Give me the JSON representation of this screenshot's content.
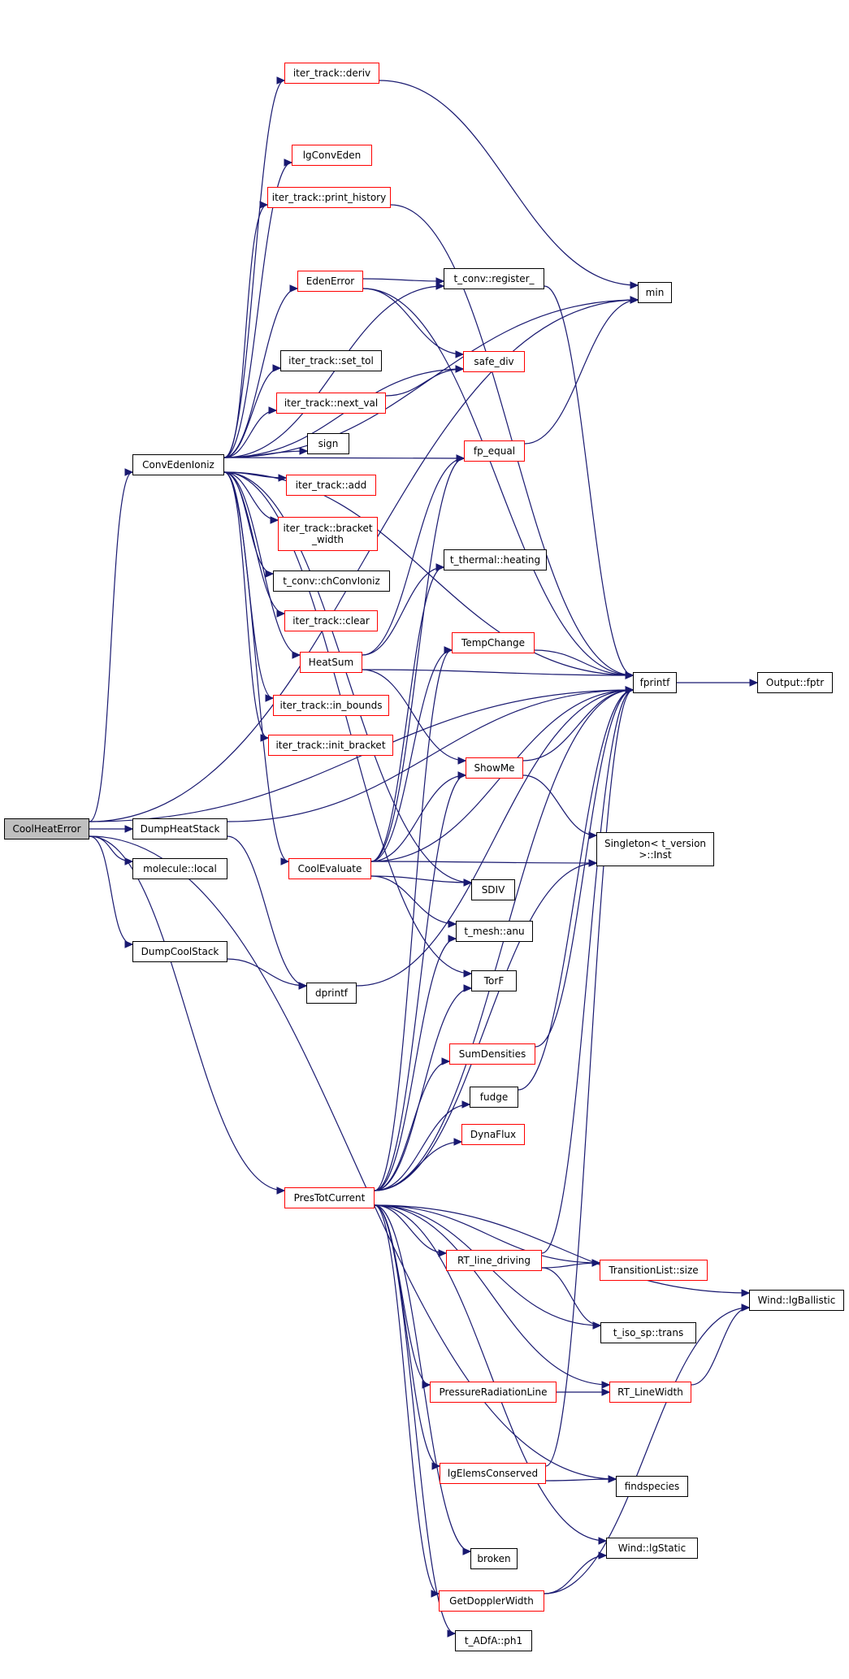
{
  "colors": {
    "edge": "#191970",
    "root_fill": "#bfbfbf",
    "link_border": "#ff0000",
    "plain_border": "#000000",
    "background": "#ffffff"
  },
  "nodes": {
    "CoolHeatError": "CoolHeatError",
    "ConvEdenIoniz": "ConvEdenIoniz",
    "DumpHeatStack": "DumpHeatStack",
    "moleculeLocal": "molecule::local",
    "DumpCoolStack": "DumpCoolStack",
    "PresTotCurrent": "PresTotCurrent",
    "iterDeriv": "iter_track::deriv",
    "lgConvEden": "lgConvEden",
    "printHistory": "iter_track::print_history",
    "EdenError": "EdenError",
    "setTol": "iter_track::set_tol",
    "nextVal": "iter_track::next_val",
    "sign": "sign",
    "iterAdd": "iter_track::add",
    "bracketWidth": "iter_track::bracket\n_width",
    "chConvIoniz": "t_conv::chConvIoniz",
    "iterClear": "iter_track::clear",
    "HeatSum": "HeatSum",
    "inBounds": "iter_track::in_bounds",
    "initBracket": "iter_track::init_bracket",
    "CoolEvaluate": "CoolEvaluate",
    "dprintf": "dprintf",
    "register": "t_conv::register_",
    "safeDiv": "safe_div",
    "fpEqual": "fp_equal",
    "heating": "t_thermal::heating",
    "TempChange": "TempChange",
    "ShowMe": "ShowMe",
    "SDIV": "SDIV",
    "anu": "t_mesh::anu",
    "TorF": "TorF",
    "SumDensities": "SumDensities",
    "fudge": "fudge",
    "DynaFlux": "DynaFlux",
    "RTlineDriving": "RT_line_driving",
    "PressureRadiationLine": "PressureRadiationLine",
    "lgElemsConserved": "lgElemsConserved",
    "broken": "broken",
    "GetDopplerWidth": "GetDopplerWidth",
    "ph1": "t_ADfA::ph1",
    "min": "min",
    "fprintf": "fprintf",
    "Inst": "Singleton< t_version\n>::Inst",
    "TransitionListSize": "TransitionList::size",
    "isoTrans": "t_iso_sp::trans",
    "RTLineWidth": "RT_LineWidth",
    "findspecies": "findspecies",
    "lgStatic": "Wind::lgStatic",
    "fptr": "Output::fptr",
    "lgBallistic": "Wind::lgBallistic"
  },
  "edges": [
    [
      "CoolHeatError",
      "ConvEdenIoniz"
    ],
    [
      "CoolHeatError",
      "DumpHeatStack"
    ],
    [
      "CoolHeatError",
      "moleculeLocal"
    ],
    [
      "CoolHeatError",
      "DumpCoolStack"
    ],
    [
      "CoolHeatError",
      "PresTotCurrent"
    ],
    [
      "CoolHeatError",
      "min"
    ],
    [
      "CoolHeatError",
      "fprintf"
    ],
    [
      "CoolHeatError",
      "findspecies"
    ],
    [
      "DumpHeatStack",
      "fprintf"
    ],
    [
      "DumpHeatStack",
      "dprintf"
    ],
    [
      "DumpCoolStack",
      "dprintf"
    ],
    [
      "ConvEdenIoniz",
      "iterDeriv"
    ],
    [
      "ConvEdenIoniz",
      "lgConvEden"
    ],
    [
      "ConvEdenIoniz",
      "printHistory"
    ],
    [
      "ConvEdenIoniz",
      "EdenError"
    ],
    [
      "ConvEdenIoniz",
      "setTol"
    ],
    [
      "ConvEdenIoniz",
      "nextVal"
    ],
    [
      "ConvEdenIoniz",
      "sign"
    ],
    [
      "ConvEdenIoniz",
      "iterAdd"
    ],
    [
      "ConvEdenIoniz",
      "bracketWidth"
    ],
    [
      "ConvEdenIoniz",
      "chConvIoniz"
    ],
    [
      "ConvEdenIoniz",
      "iterClear"
    ],
    [
      "ConvEdenIoniz",
      "HeatSum"
    ],
    [
      "ConvEdenIoniz",
      "inBounds"
    ],
    [
      "ConvEdenIoniz",
      "initBracket"
    ],
    [
      "ConvEdenIoniz",
      "CoolEvaluate"
    ],
    [
      "ConvEdenIoniz",
      "register"
    ],
    [
      "ConvEdenIoniz",
      "safeDiv"
    ],
    [
      "ConvEdenIoniz",
      "fpEqual"
    ],
    [
      "ConvEdenIoniz",
      "min"
    ],
    [
      "ConvEdenIoniz",
      "fprintf"
    ],
    [
      "ConvEdenIoniz",
      "SDIV"
    ],
    [
      "ConvEdenIoniz",
      "TorF"
    ],
    [
      "iterDeriv",
      "min"
    ],
    [
      "printHistory",
      "fprintf"
    ],
    [
      "EdenError",
      "register"
    ],
    [
      "EdenError",
      "safeDiv"
    ],
    [
      "EdenError",
      "fprintf"
    ],
    [
      "nextVal",
      "safeDiv"
    ],
    [
      "register",
      "fprintf"
    ],
    [
      "fpEqual",
      "min"
    ],
    [
      "HeatSum",
      "fpEqual"
    ],
    [
      "HeatSum",
      "heating"
    ],
    [
      "HeatSum",
      "fprintf"
    ],
    [
      "HeatSum",
      "ShowMe"
    ],
    [
      "CoolEvaluate",
      "heating"
    ],
    [
      "CoolEvaluate",
      "TempChange"
    ],
    [
      "CoolEvaluate",
      "fpEqual"
    ],
    [
      "CoolEvaluate",
      "ShowMe"
    ],
    [
      "CoolEvaluate",
      "SDIV"
    ],
    [
      "CoolEvaluate",
      "anu"
    ],
    [
      "CoolEvaluate",
      "Inst"
    ],
    [
      "CoolEvaluate",
      "fprintf"
    ],
    [
      "TempChange",
      "fprintf"
    ],
    [
      "ShowMe",
      "fprintf"
    ],
    [
      "ShowMe",
      "Inst"
    ],
    [
      "dprintf",
      "fprintf"
    ],
    [
      "fprintf",
      "fptr"
    ],
    [
      "PresTotCurrent",
      "TempChange"
    ],
    [
      "PresTotCurrent",
      "ShowMe"
    ],
    [
      "PresTotCurrent",
      "anu"
    ],
    [
      "PresTotCurrent",
      "TorF"
    ],
    [
      "PresTotCurrent",
      "SumDensities"
    ],
    [
      "PresTotCurrent",
      "fudge"
    ],
    [
      "PresTotCurrent",
      "DynaFlux"
    ],
    [
      "PresTotCurrent",
      "RTlineDriving"
    ],
    [
      "PresTotCurrent",
      "TransitionListSize"
    ],
    [
      "PresTotCurrent",
      "isoTrans"
    ],
    [
      "PresTotCurrent",
      "PressureRadiationLine"
    ],
    [
      "PresTotCurrent",
      "RTLineWidth"
    ],
    [
      "PresTotCurrent",
      "lgElemsConserved"
    ],
    [
      "PresTotCurrent",
      "lgStatic"
    ],
    [
      "PresTotCurrent",
      "broken"
    ],
    [
      "PresTotCurrent",
      "GetDopplerWidth"
    ],
    [
      "PresTotCurrent",
      "ph1"
    ],
    [
      "PresTotCurrent",
      "Inst"
    ],
    [
      "PresTotCurrent",
      "lgBallistic"
    ],
    [
      "PresTotCurrent",
      "fprintf"
    ],
    [
      "SumDensities",
      "fprintf"
    ],
    [
      "fudge",
      "fprintf"
    ],
    [
      "RTlineDriving",
      "TransitionListSize"
    ],
    [
      "RTlineDriving",
      "isoTrans"
    ],
    [
      "RTlineDriving",
      "fprintf"
    ],
    [
      "PressureRadiationLine",
      "RTLineWidth"
    ],
    [
      "RTLineWidth",
      "lgBallistic"
    ],
    [
      "lgElemsConserved",
      "findspecies"
    ],
    [
      "lgElemsConserved",
      "fprintf"
    ],
    [
      "GetDopplerWidth",
      "lgStatic"
    ],
    [
      "GetDopplerWidth",
      "lgBallistic"
    ]
  ]
}
